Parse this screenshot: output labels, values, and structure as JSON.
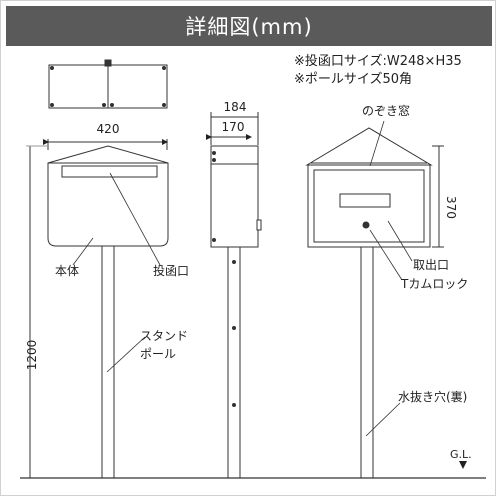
{
  "header": {
    "title": "詳細図(mm)"
  },
  "notes": {
    "slot_size": "※投函口サイズ:W248×H35",
    "pole_size": "※ポールサイズ50角"
  },
  "dimensions": {
    "front_width": "420",
    "side_depth_outer": "184",
    "side_depth_inner": "170",
    "back_height": "370",
    "total_height": "1200"
  },
  "labels": {
    "body": "本体",
    "mail_slot": "投函口",
    "stand_pole_line1": "スタンド",
    "stand_pole_line2": "ポール",
    "peek_window": "のぞき窓",
    "outlet": "取出口",
    "t_cam_lock": "Tカムロック",
    "drain_hole": "水抜き穴(裏)",
    "ground_level": "G.L."
  }
}
